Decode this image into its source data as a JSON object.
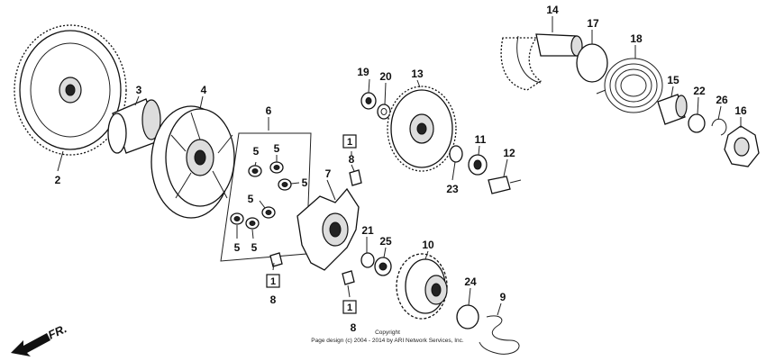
{
  "callouts": {
    "c1": "2",
    "c2": "3",
    "c3": "4",
    "c4": "5",
    "c5": "5",
    "c6": "5",
    "c7": "5",
    "c8": "5",
    "c9": "5",
    "c10": "6",
    "c11": "7",
    "c12": "8",
    "c13": "8",
    "c14": "8",
    "c15": "9",
    "c16": "10",
    "c17": "11",
    "c18": "12",
    "c19": "13",
    "c20": "14",
    "c21": "15",
    "c22": "16",
    "c23": "17",
    "c24": "18",
    "c25": "19",
    "c26": "20",
    "c27": "21",
    "c28": "22",
    "c29": "23",
    "c30": "24",
    "c31": "25",
    "c32": "26"
  },
  "boxed_refs": {
    "b1": "1",
    "b2": "1",
    "b3": "1"
  },
  "direction_label": "FR.",
  "copyright": {
    "line1": "Copyright",
    "line2": "Page design (c) 2004 - 2014 by ARI Network Services, Inc."
  }
}
